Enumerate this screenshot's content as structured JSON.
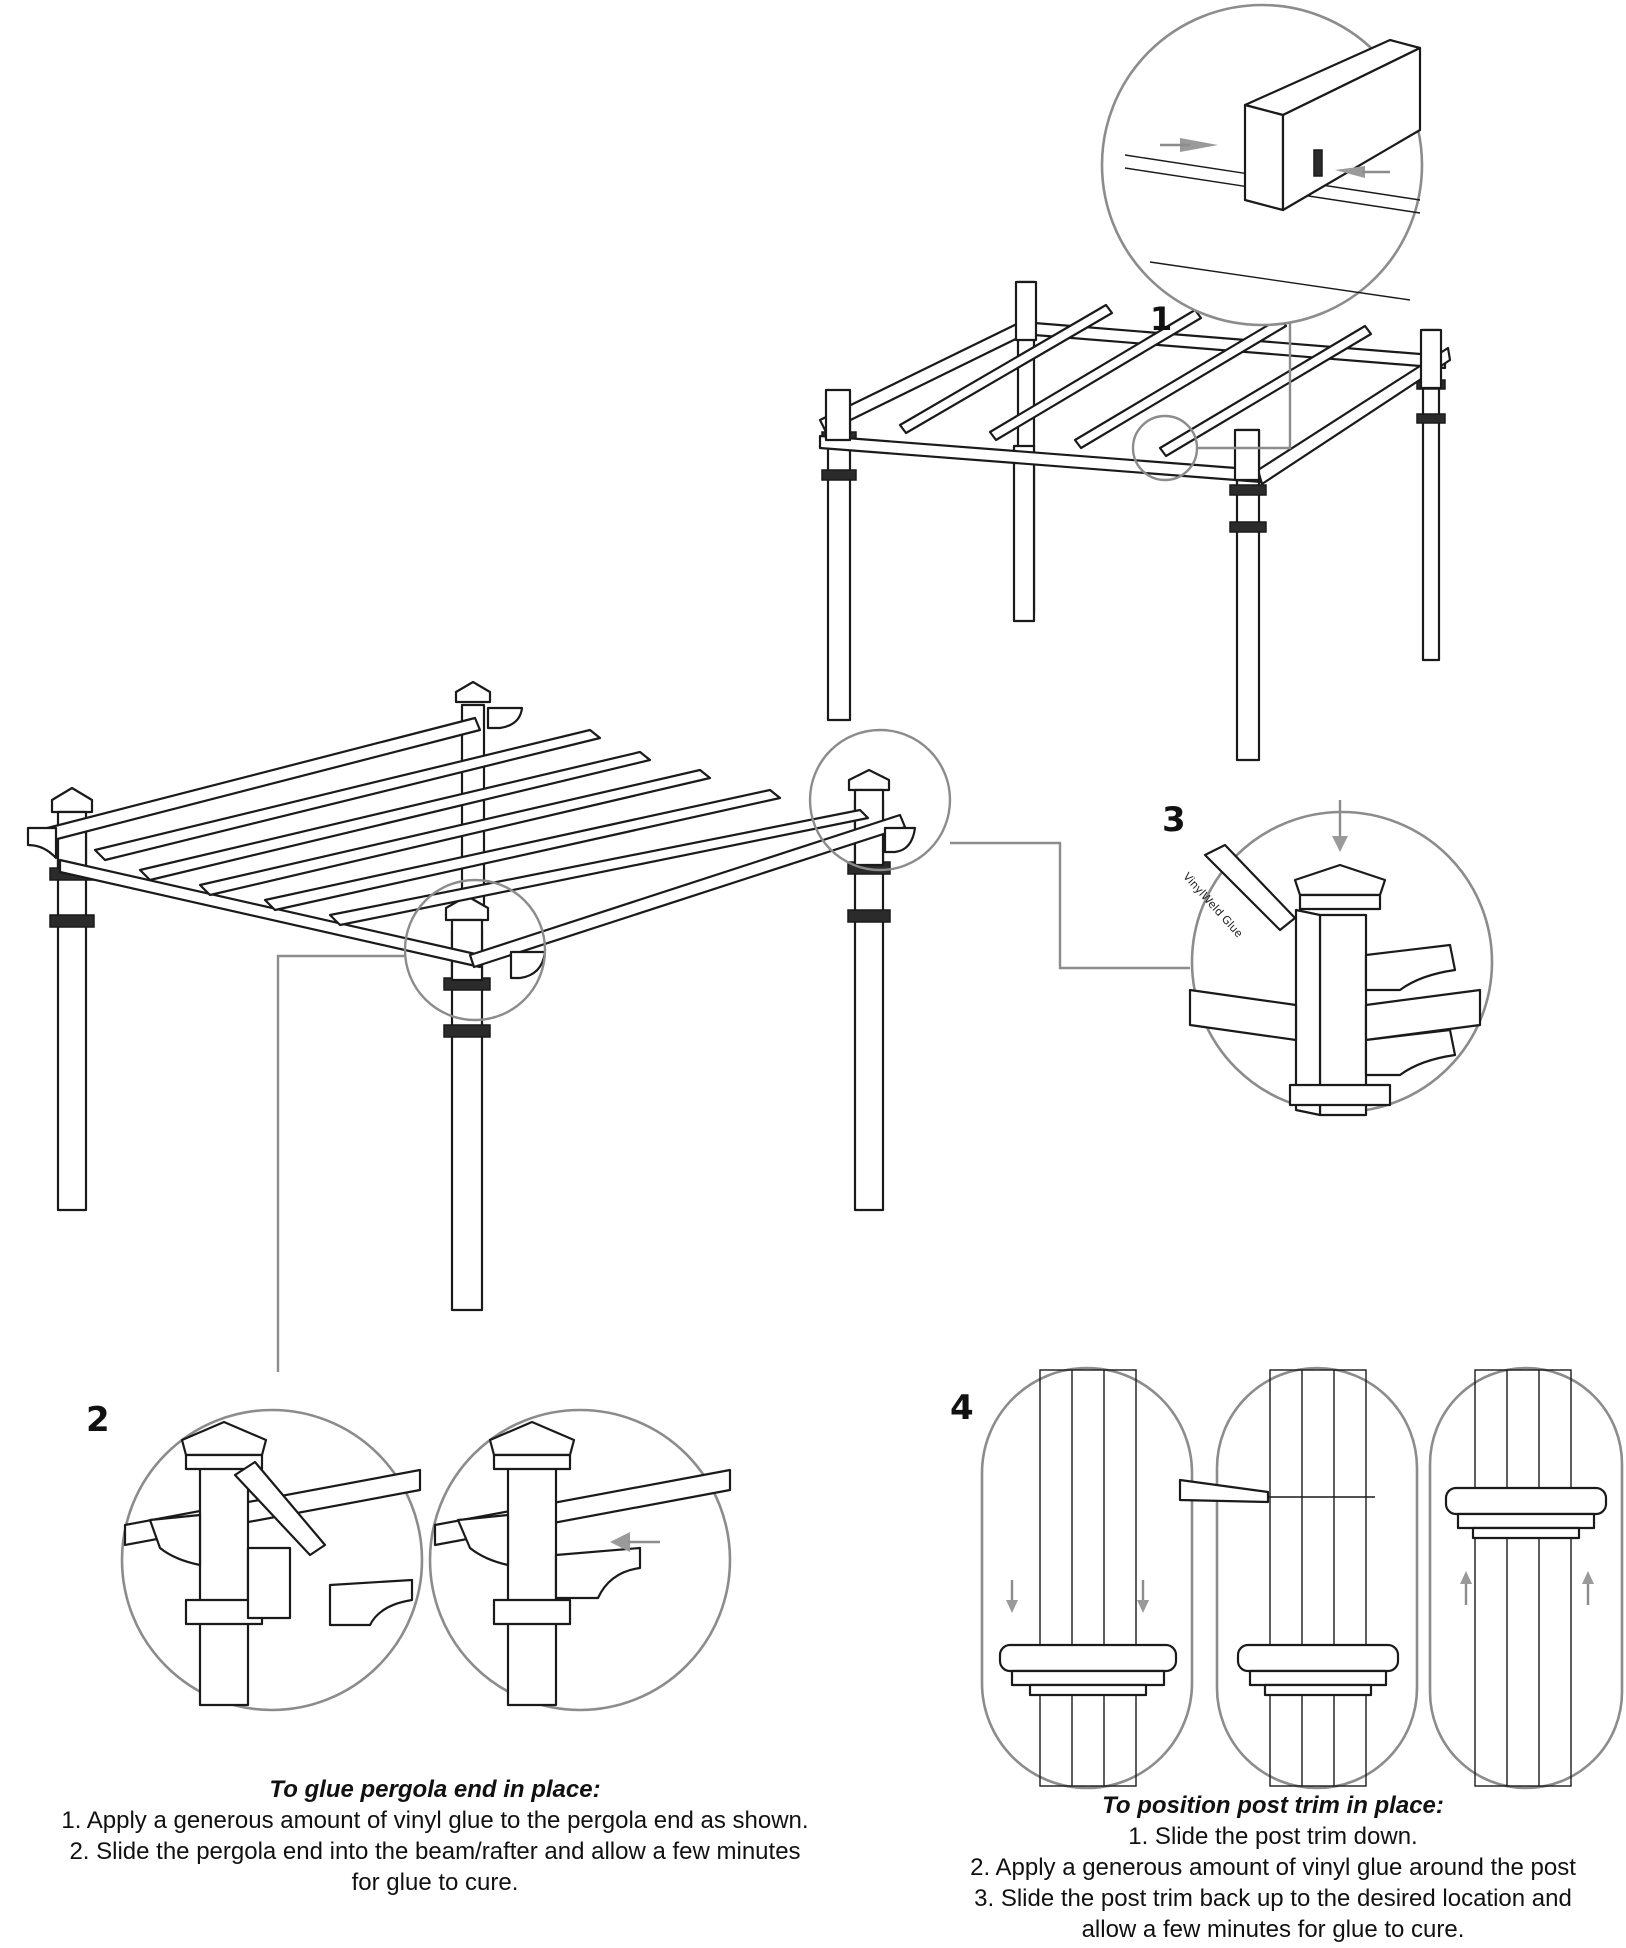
{
  "steps": {
    "step1": "1",
    "step2": "2",
    "step3": "3",
    "step4": "4"
  },
  "glue_label": "VinylWeld Glue",
  "glue_instructions": {
    "title": "To glue pergola end in place:",
    "lines": [
      "1. Apply a generous amount of vinyl glue to the pergola end as shown.",
      "2. Slide the pergola end into the beam/rafter and  allow a few minutes",
      "for glue to cure."
    ]
  },
  "trim_instructions": {
    "title": "To position post trim in place:",
    "lines": [
      "1. Slide the post trim down.",
      "2. Apply a generous amount of vinyl glue around the post",
      "3. Slide the post trim back up to the desired location and",
      "allow a few minutes for glue to cure."
    ]
  }
}
